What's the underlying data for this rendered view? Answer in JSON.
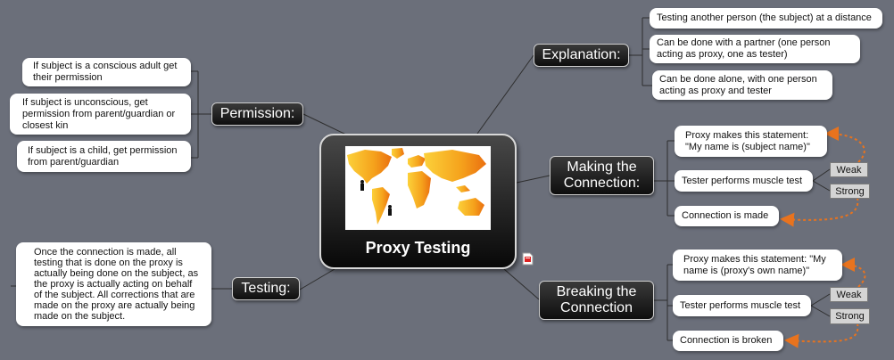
{
  "central": {
    "title": "Proxy Testing"
  },
  "explanation": {
    "label": "Explanation:",
    "items": [
      "Testing another person (the subject) at a distance",
      "Can be done with a partner (one person acting as proxy, one as tester)",
      "Can be done alone, with one person acting as proxy and tester"
    ]
  },
  "permission": {
    "label": "Permission:",
    "items": [
      "If subject is a conscious adult get their permission",
      "If subject is unconscious, get permission from parent/guardian or closest kin",
      "If subject is a child, get permission from parent/guardian"
    ]
  },
  "making": {
    "label": "Making the Connection:",
    "statement": "Proxy makes this statement: \"My name is (subject name)\"",
    "test": "Tester performs muscle test",
    "result": "Connection is made",
    "weak": "Weak",
    "strong": "Strong"
  },
  "testing": {
    "label": "Testing:",
    "note": "Once the connection is made, all testing that is done on the proxy is actually being done on the subject, as the proxy is actually acting on behalf of the subject. All corrections that are made on the proxy are actually being made on the subject."
  },
  "breaking": {
    "label": "Breaking the Connection",
    "statement": "Proxy makes this statement: \"My name is (proxy's own  name)\"",
    "test": "Tester performs muscle test",
    "result": "Connection is broken",
    "weak": "Weak",
    "strong": "Strong"
  },
  "colors": {
    "background": "#6b6f7a",
    "map_orange": "#f39a1c",
    "arrow": "#e8731e"
  },
  "icons": {
    "note": "note-icon"
  }
}
